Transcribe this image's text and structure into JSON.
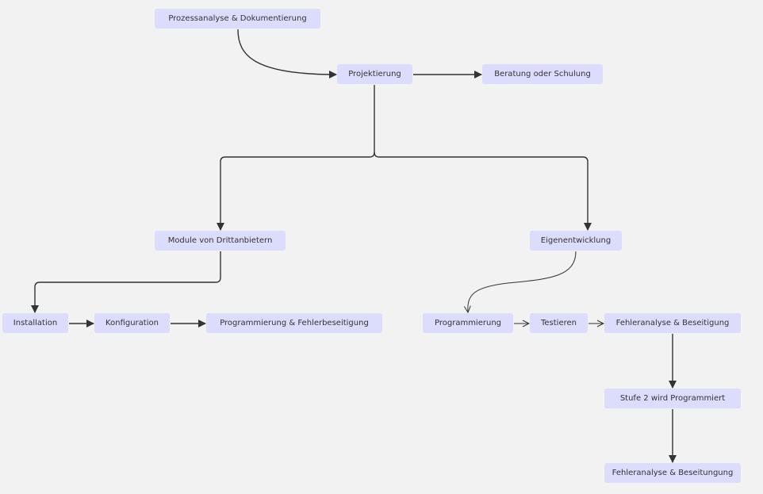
{
  "diagram": {
    "nodes": {
      "prozessanalyse": "Prozessanalyse & Dokumentierung",
      "projektierung": "Projektierung",
      "beratung": "Beratung oder Schulung",
      "module": "Module von Drittanbietern",
      "eigenentwicklung": "Eigenentwicklung",
      "installation": "Installation",
      "konfiguration": "Konfiguration",
      "programmierung_fehler": "Programmierung & Fehlerbeseitigung",
      "programmierung": "Programmierung",
      "testieren": "Testieren",
      "fehleranalyse_beseitigung": "Fehleranalyse & Beseitigung",
      "stufe2": "Stufe 2 wird Programmiert",
      "fehleranalyse_beseitungung": "Fehleranalyse & Beseitungung"
    },
    "edges": [
      [
        "prozessanalyse",
        "projektierung"
      ],
      [
        "projektierung",
        "beratung"
      ],
      [
        "projektierung",
        "module"
      ],
      [
        "projektierung",
        "eigenentwicklung"
      ],
      [
        "module",
        "installation"
      ],
      [
        "installation",
        "konfiguration"
      ],
      [
        "konfiguration",
        "programmierung_fehler"
      ],
      [
        "eigenentwicklung",
        "programmierung"
      ],
      [
        "programmierung",
        "testieren"
      ],
      [
        "testieren",
        "fehleranalyse_beseitigung"
      ],
      [
        "fehleranalyse_beseitigung",
        "stufe2"
      ],
      [
        "stufe2",
        "fehleranalyse_beseitungung"
      ]
    ],
    "colors": {
      "background": "#f2f2f2",
      "node_fill": "#dcdcfd",
      "node_text": "#333333",
      "edge": "#333333"
    }
  }
}
